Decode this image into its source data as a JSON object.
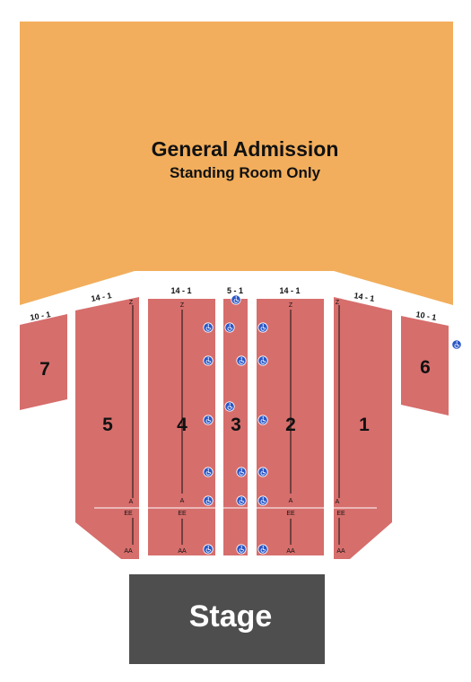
{
  "general_admission": {
    "title": "General Admission",
    "subtitle": "Standing Room Only",
    "color": "#F2AE5C"
  },
  "stage": {
    "label": "Stage",
    "color": "#4E4E4E"
  },
  "section_color": "#D66E6C",
  "accessible_icon_color": "#2A57C6",
  "sections": [
    {
      "id": "1",
      "seat_range": "14 - 1",
      "front_row": "A",
      "lower_rows": [
        "EE",
        "AA"
      ],
      "back_row": "Z"
    },
    {
      "id": "2",
      "seat_range": "14 - 1",
      "front_row": "A",
      "lower_rows": [
        "EE",
        "AA"
      ],
      "back_row": "Z"
    },
    {
      "id": "3",
      "seat_range": "5 - 1"
    },
    {
      "id": "4",
      "seat_range": "14 - 1",
      "front_row": "A",
      "lower_rows": [
        "EE",
        "AA"
      ],
      "back_row": "Z"
    },
    {
      "id": "5",
      "seat_range": "14 - 1",
      "front_row": "A",
      "lower_rows": [
        "EE",
        "AA"
      ],
      "back_row": "Z"
    },
    {
      "id": "6",
      "seat_range": "10 - 1"
    },
    {
      "id": "7",
      "seat_range": "10 - 1"
    }
  ],
  "accessible_seating_icon": "wheelchair-icon"
}
